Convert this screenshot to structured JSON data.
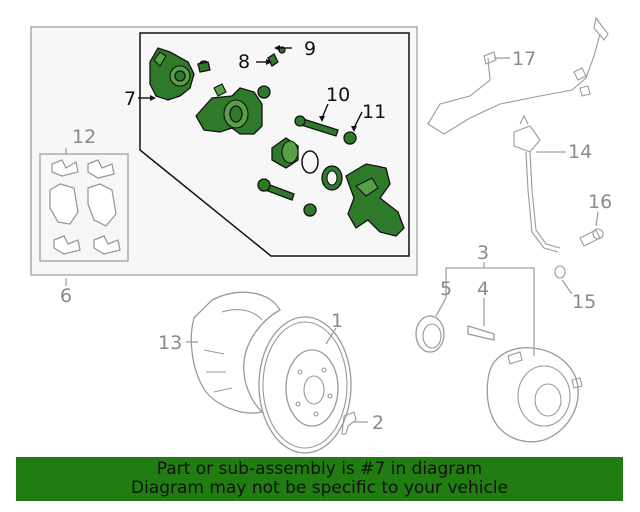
{
  "callouts": {
    "c1": "1",
    "c2": "2",
    "c3": "3",
    "c4": "4",
    "c5": "5",
    "c6": "6",
    "c7": "7",
    "c8": "8",
    "c9": "9",
    "c10": "10",
    "c11": "11",
    "c12": "12",
    "c13": "13",
    "c14": "14",
    "c15": "15",
    "c16": "16",
    "c17": "17"
  },
  "banner": {
    "line1": "Part or sub-assembly is #7 in diagram",
    "line2": "Diagram may not be specific to your vehicle"
  },
  "colors": {
    "highlight": "#2f7a2a",
    "banner": "#217d12",
    "outline": "#9a9a9a"
  }
}
